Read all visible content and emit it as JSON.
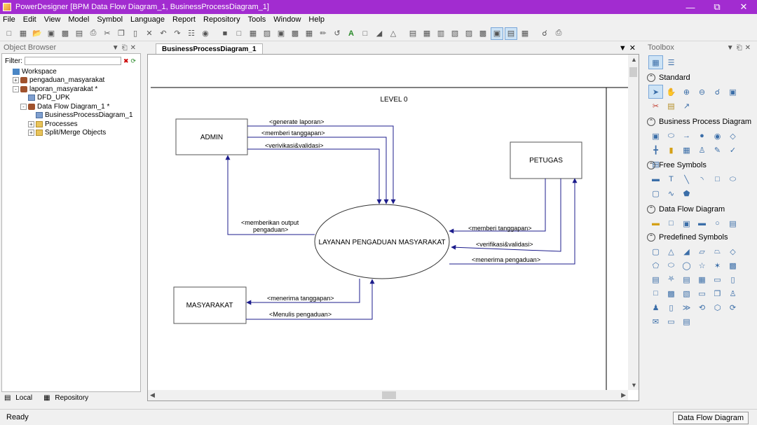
{
  "window": {
    "title": "PowerDesigner [BPM Data Flow Diagram_1, BusinessProcessDiagram_1]"
  },
  "menu": [
    "File",
    "Edit",
    "View",
    "Model",
    "Symbol",
    "Language",
    "Report",
    "Repository",
    "Tools",
    "Window",
    "Help"
  ],
  "object_browser": {
    "title": "Object Browser",
    "filter_label": "Filter:",
    "filter_value": "",
    "tree": [
      {
        "label": "Workspace",
        "depth": 0,
        "expander": "",
        "icon": "workspace-icon"
      },
      {
        "label": "pengaduan_masyarakat",
        "depth": 1,
        "expander": "+",
        "icon": "model-icon"
      },
      {
        "label": "laporan_masyarakat *",
        "depth": 1,
        "expander": "-",
        "icon": "model-icon"
      },
      {
        "label": "DFD_UPK",
        "depth": 2,
        "expander": "",
        "icon": "diagram-icon"
      },
      {
        "label": "Data Flow Diagram_1 *",
        "depth": 2,
        "expander": "-",
        "icon": "model-icon"
      },
      {
        "label": "BusinessProcessDiagram_1",
        "depth": 3,
        "expander": "",
        "icon": "diagram-icon"
      },
      {
        "label": "Processes",
        "depth": 3,
        "expander": "+",
        "icon": "folder-icon"
      },
      {
        "label": "Split/Merge Objects",
        "depth": 3,
        "expander": "+",
        "icon": "folder-icon"
      }
    ],
    "tabs": [
      "Local",
      "Repository"
    ]
  },
  "document": {
    "tab_label": "BusinessProcessDiagram_1",
    "diagram": {
      "title": "LEVEL 0",
      "entities": {
        "admin": "ADMIN",
        "petugas": "PETUGAS",
        "masyarakat": "MASYARAKAT"
      },
      "process": "LAYANAN PENGADUAN MASYARAKAT",
      "flows": {
        "generate_laporan": "<generate laporan>",
        "memberi_tanggapan_admin": "<memberi tanggapan>",
        "verivikasi_validasi": "<verivikasi&validasi>",
        "output_line1": "<memberikan output",
        "output_line2": "pengaduan>",
        "memberi_tanggapan_petugas": "<memberi tanggapan>",
        "verifikasi_validasi": "<verifikasi&validasi>",
        "menerima_pengaduan": "<menerima pengaduan>",
        "menerima_tanggapan": "<menerima tanggapan>",
        "menulis_pengaduan": "<Menulis pengaduan>"
      }
    }
  },
  "toolbox": {
    "title": "Toolbox",
    "sections": [
      "Standard",
      "Business Process Diagram",
      "Free Symbols",
      "Data Flow Diagram",
      "Predefined Symbols"
    ]
  },
  "status": {
    "left": "Ready",
    "right": "Data Flow Diagram"
  },
  "colors": {
    "titlebar": "#a22cd0",
    "flow_line": "#1c1c8c",
    "selection": "#cde3f5"
  }
}
